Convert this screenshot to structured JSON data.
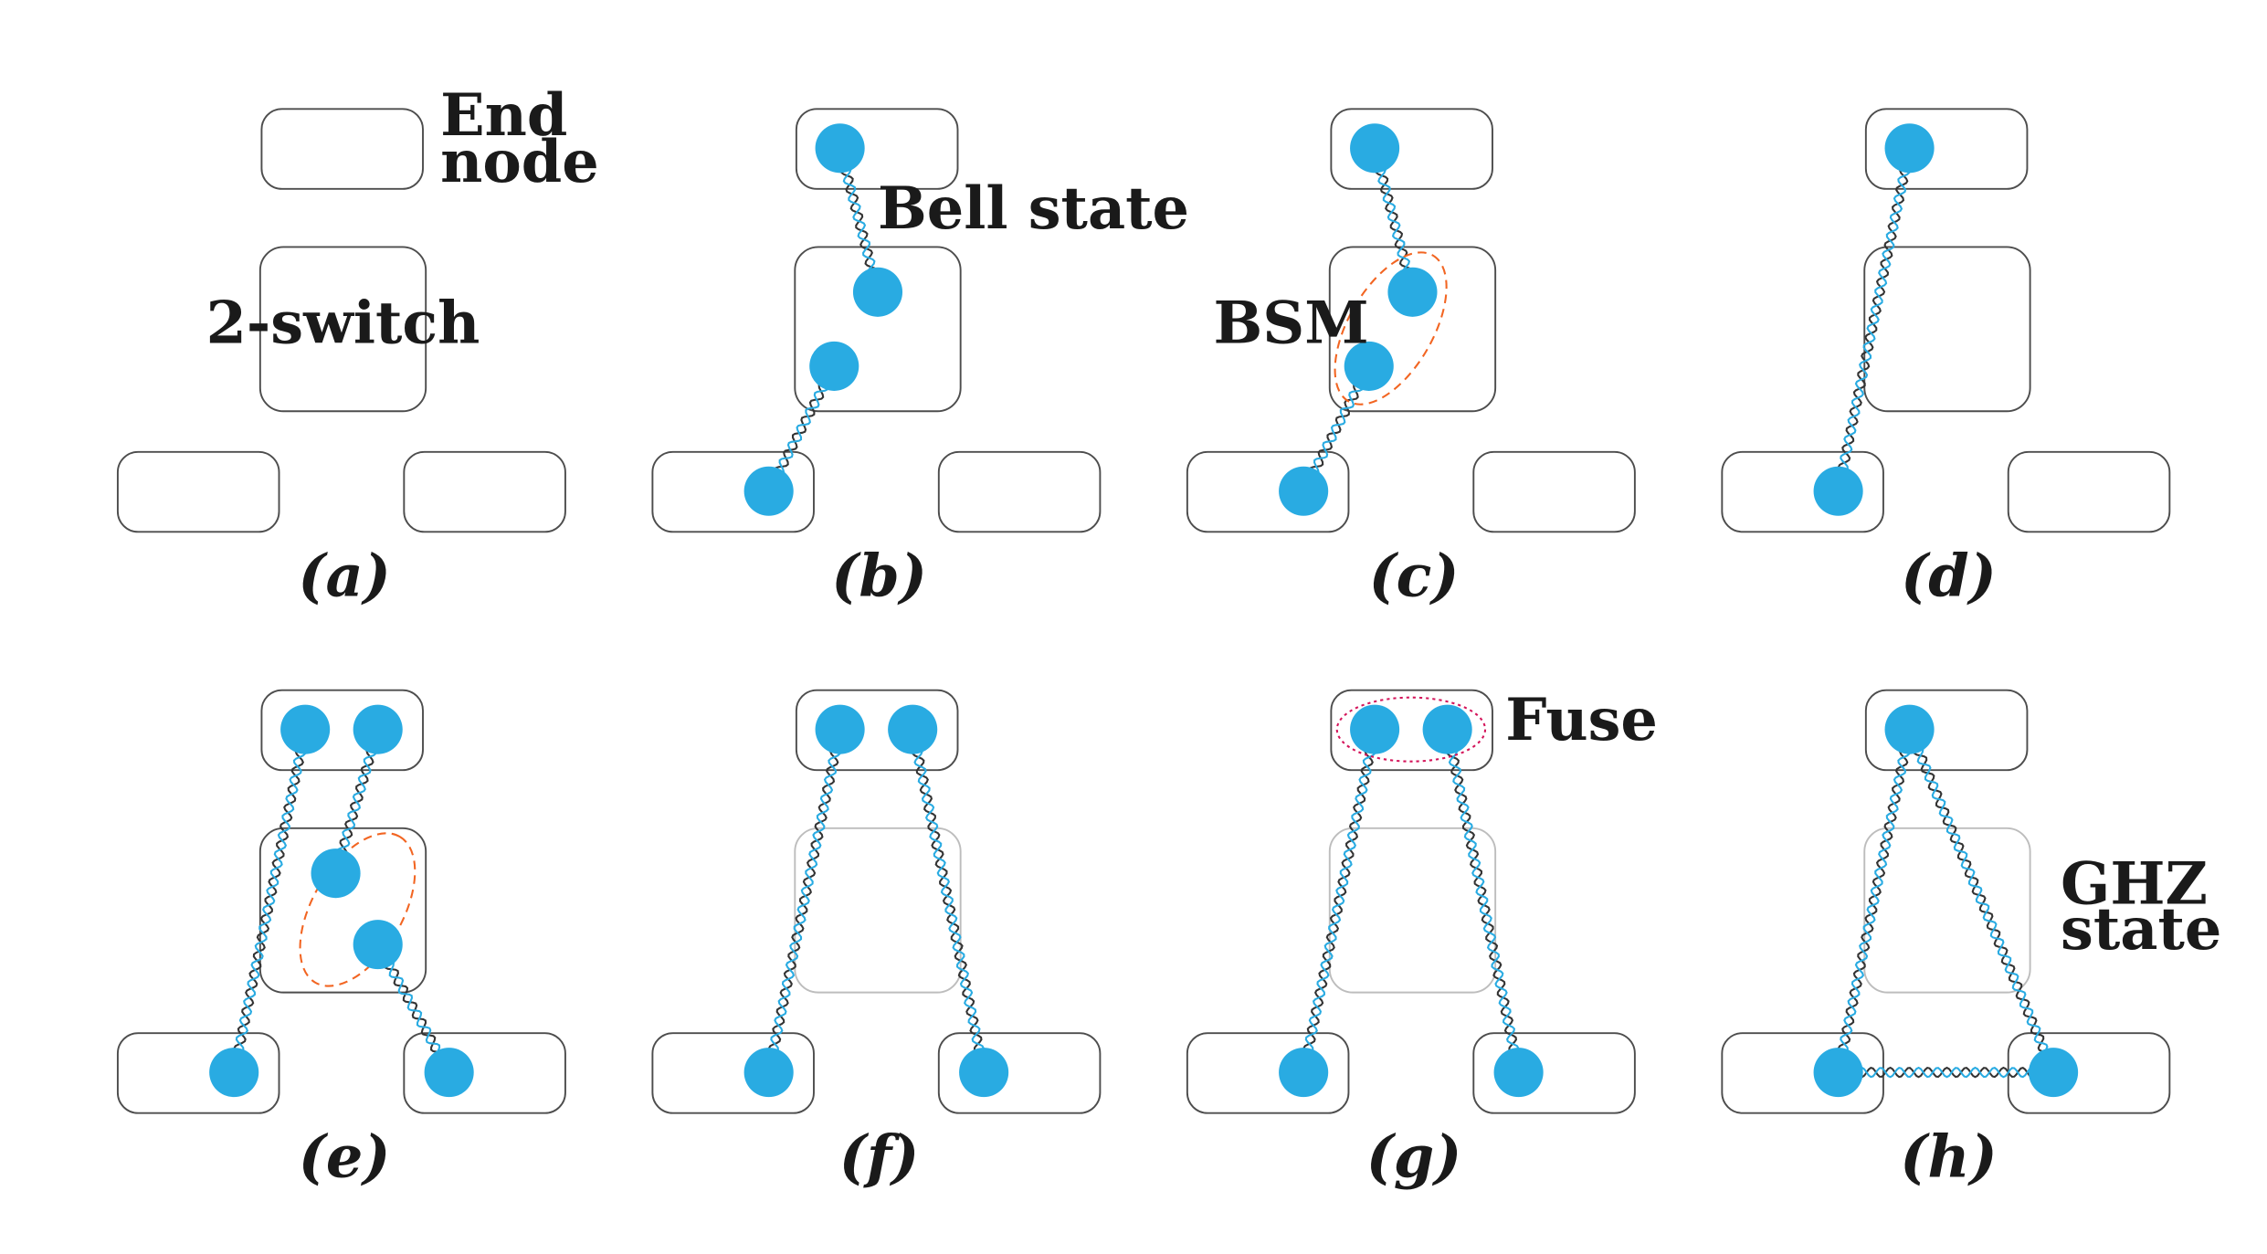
{
  "colors": {
    "qubit": "#29abe2",
    "node_border": "#4d4d4d",
    "faded_border": "#bdbdbd",
    "strand_dark": "#333333",
    "strand_light": "#29abe2",
    "bsm_ellipse": "#f26522",
    "fuse_ellipse": "#d4145a"
  },
  "labels": {
    "end_node": [
      "End",
      "node"
    ],
    "two_switch": "2-switch",
    "bell_state": "Bell state",
    "bsm": "BSM",
    "fuse": "Fuse",
    "ghz_state": [
      "GHZ",
      "state"
    ]
  },
  "panels": [
    {
      "caption": "(a)"
    },
    {
      "caption": "(b)"
    },
    {
      "caption": "(c)"
    },
    {
      "caption": "(d)"
    },
    {
      "caption": "(e)"
    },
    {
      "caption": "(f)"
    },
    {
      "caption": "(g)"
    },
    {
      "caption": "(h)"
    }
  ]
}
